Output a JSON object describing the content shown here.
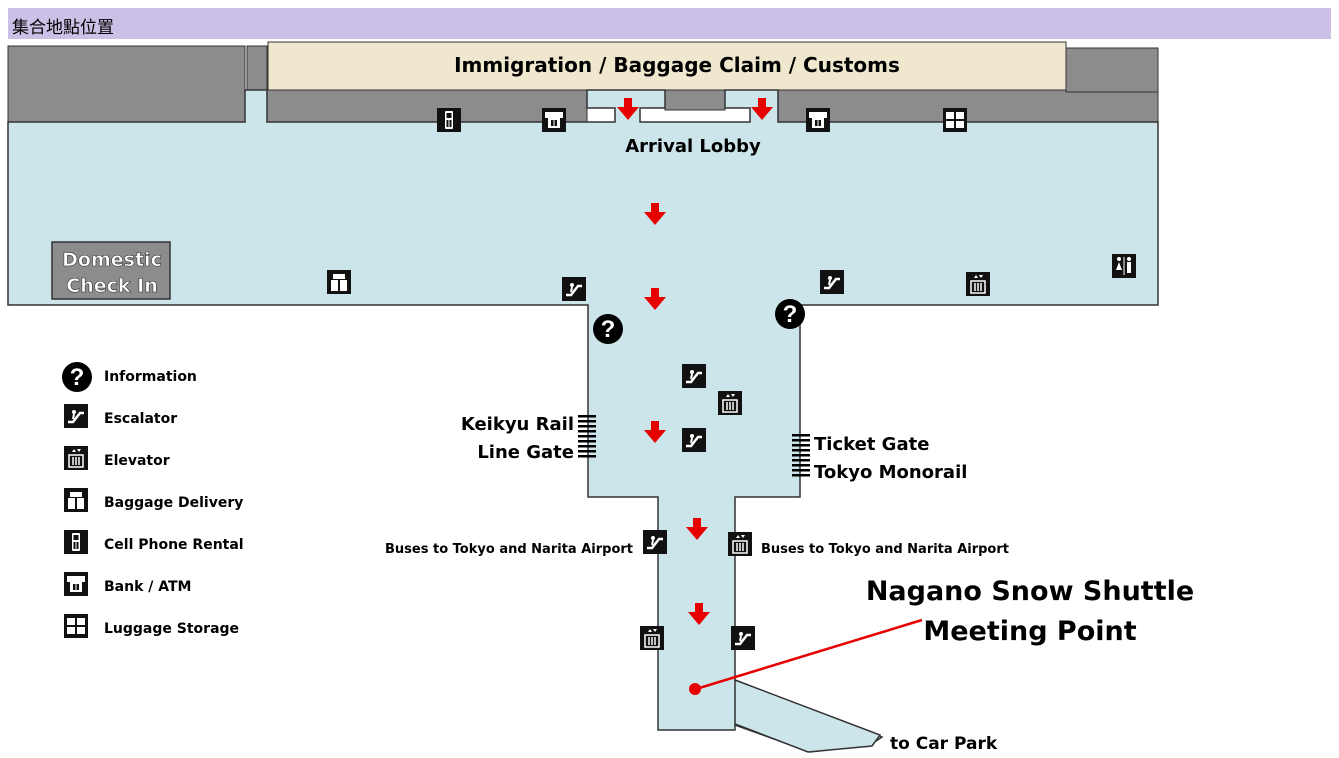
{
  "header": {
    "title": "集合地點位置"
  },
  "map": {
    "banner": "Immigration / Baggage Claim / Customs",
    "arrival_lobby": "Arrival Lobby",
    "domestic_check_in": [
      "Domestic",
      "Check In"
    ],
    "keikyu_gate": [
      "Keikyu Rail",
      "Line Gate"
    ],
    "monorail_gate": [
      "Ticket Gate",
      "Tokyo Monorail"
    ],
    "buses_left": "Buses to Tokyo and Narita Airport",
    "buses_right": "Buses to Tokyo and Narita Airport",
    "meeting_point": [
      "Nagano Snow Shuttle",
      "Meeting Point"
    ],
    "car_park": "to Car Park",
    "colors": {
      "floor": "#cce5ea",
      "wall": "#8c8c8c",
      "banner": "#efe8cf",
      "arrow": "#e60000",
      "header": "#ccc0e6"
    }
  },
  "legend": [
    {
      "icon": "information-icon",
      "label": "Information"
    },
    {
      "icon": "escalator-icon",
      "label": "Escalator"
    },
    {
      "icon": "elevator-icon",
      "label": "Elevator"
    },
    {
      "icon": "baggage-delivery-icon",
      "label": "Baggage Delivery"
    },
    {
      "icon": "cell-phone-icon",
      "label": "Cell Phone Rental"
    },
    {
      "icon": "bank-atm-icon",
      "label": "Bank / ATM"
    },
    {
      "icon": "luggage-storage-icon",
      "label": "Luggage Storage"
    }
  ]
}
